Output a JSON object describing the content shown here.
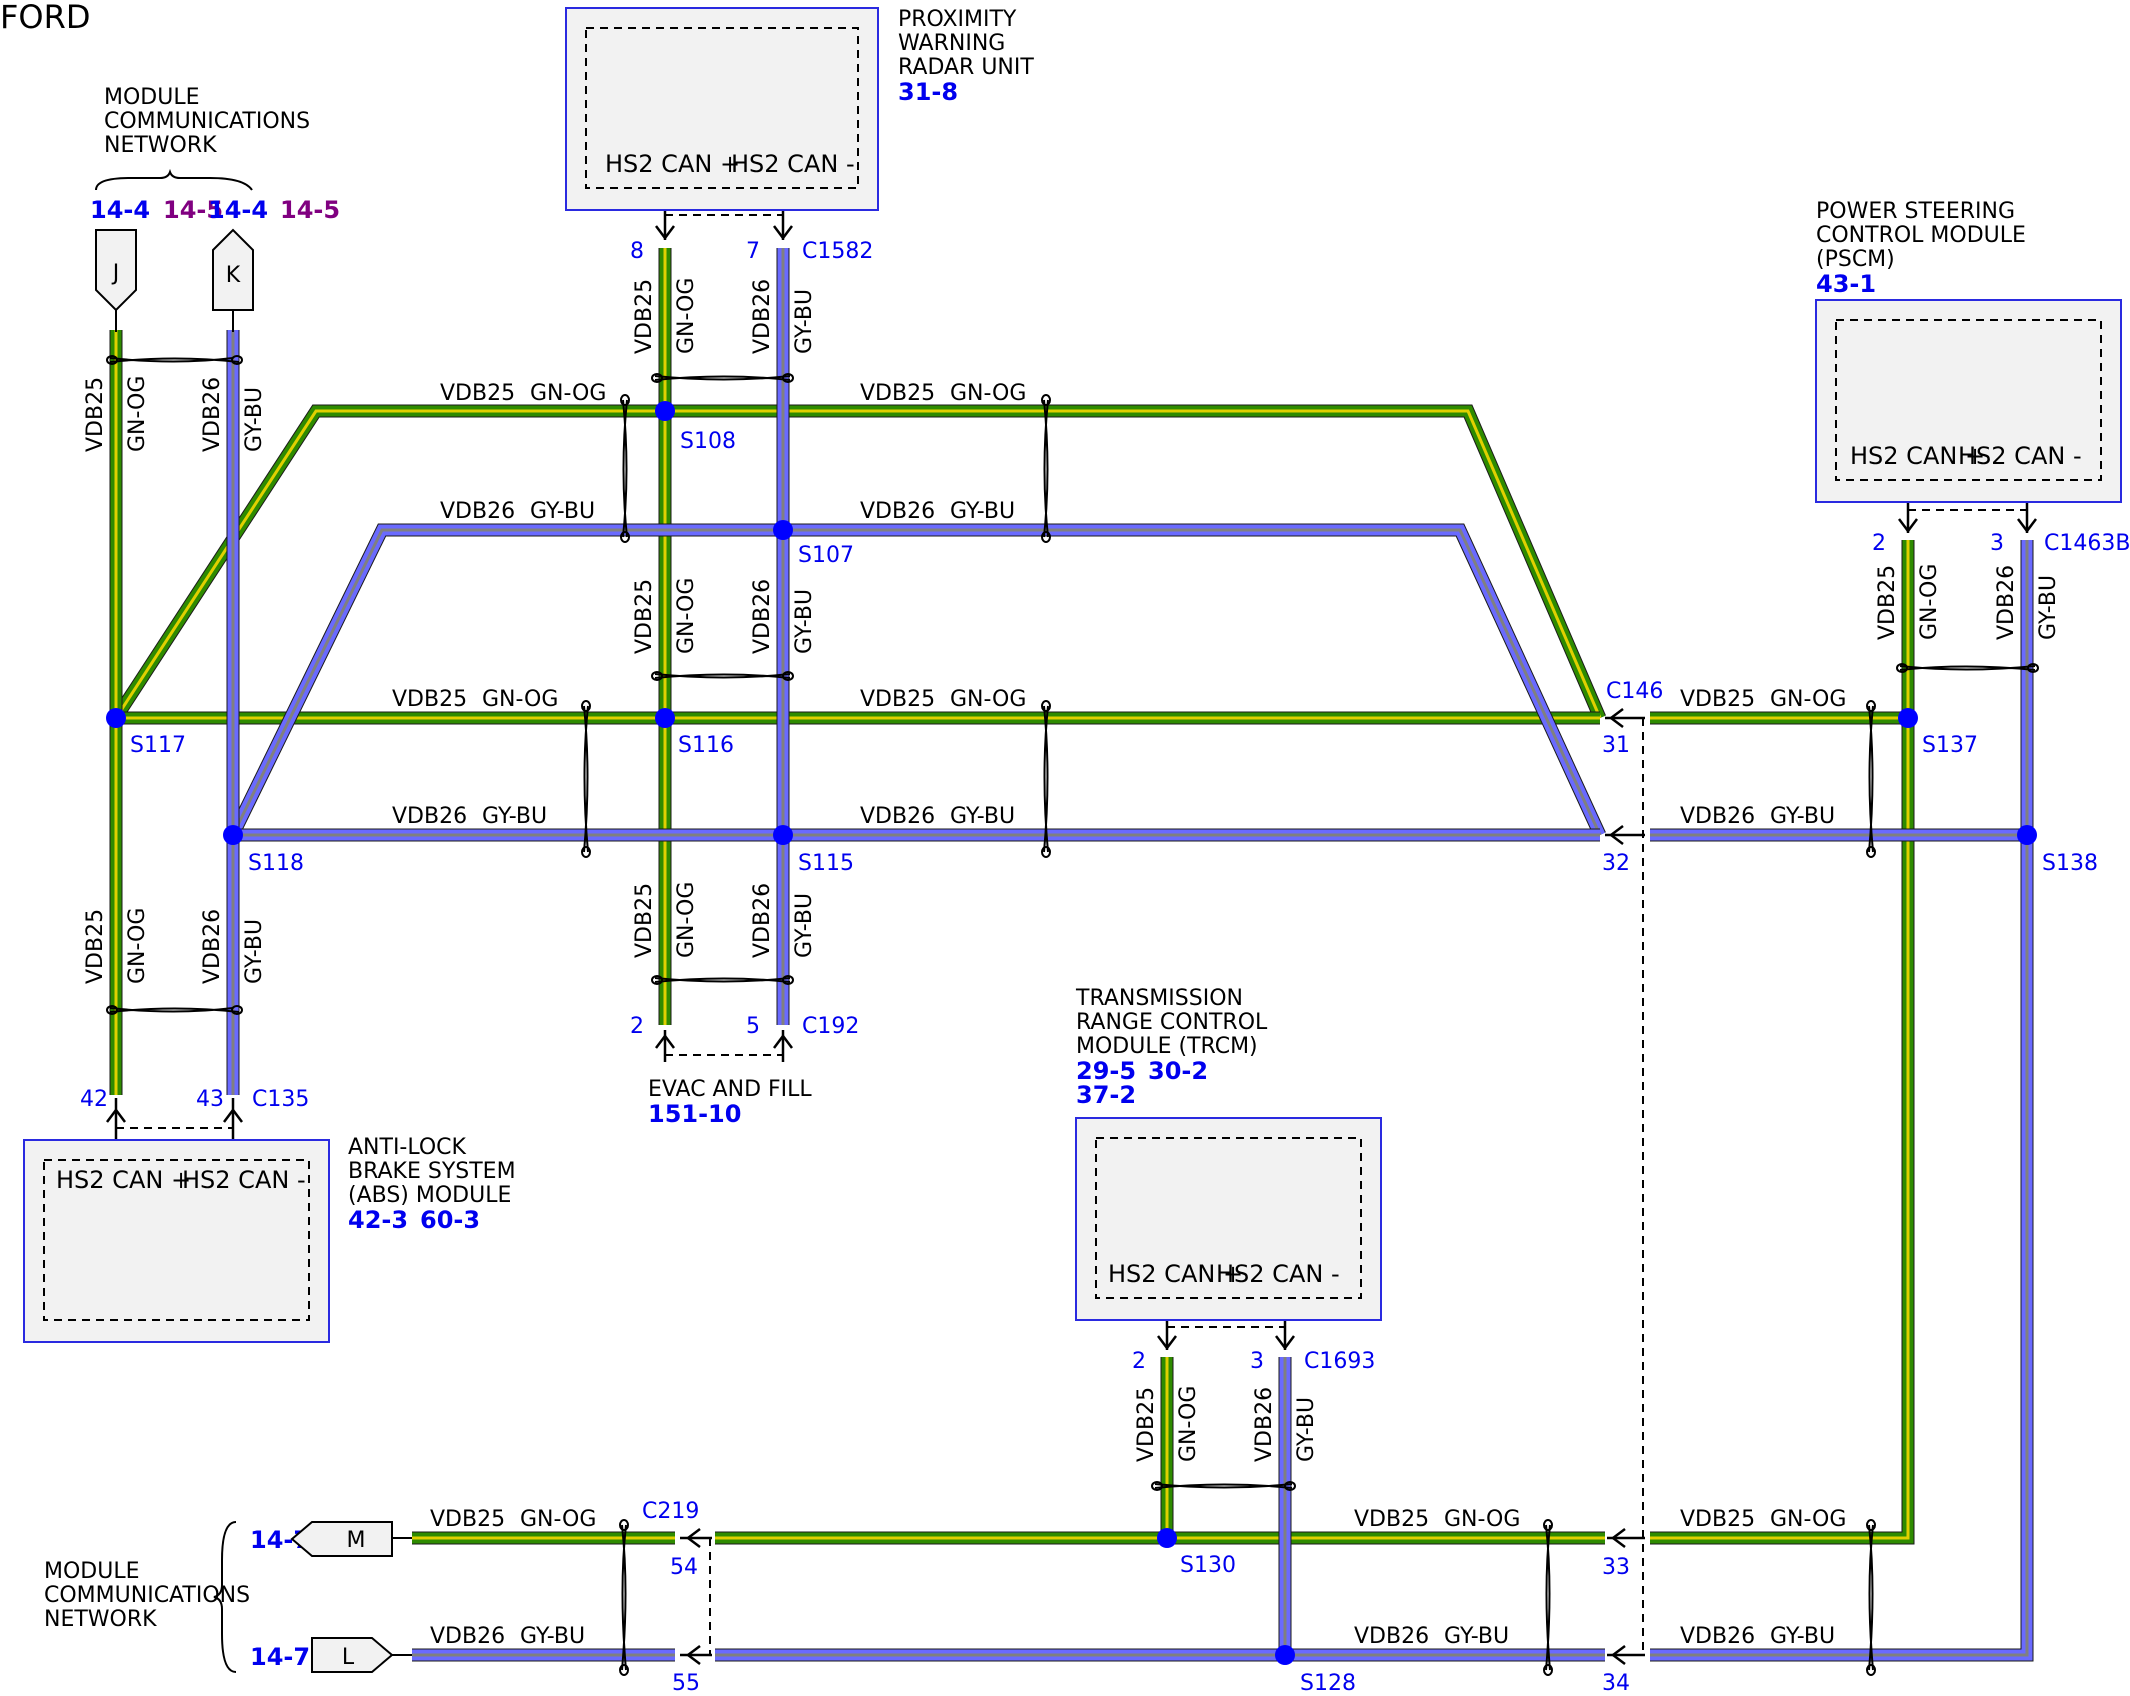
{
  "brand": "FORD",
  "wires": {
    "w25": "VDB25",
    "w26": "VDB26",
    "c25": "GN-OG",
    "c26": "GY-BU"
  },
  "colors": {
    "green": "#2e8b00",
    "yellow": "#e0d000",
    "gray": "#808080",
    "blue": "#6a6aff",
    "splice": "#0000ff",
    "box": "#2a2ae0",
    "boxfill": "#f2f2f2",
    "text_blue": "#0000ee",
    "text_purple": "#800080"
  },
  "module_text": {
    "can_hi": "HS2 CAN +",
    "can_lo": "HS2 CAN -"
  },
  "modules": {
    "radar": {
      "name": [
        "PROXIMITY",
        "WARNING",
        "RADAR UNIT"
      ],
      "ref": "31-8"
    },
    "pscm": {
      "name": [
        "POWER STEERING",
        "CONTROL MODULE",
        "(PSCM)"
      ],
      "ref": "43-1"
    },
    "abs": {
      "name": [
        "ANTI-LOCK",
        "BRAKE SYSTEM",
        "(ABS) MODULE"
      ],
      "refs": [
        "42-3",
        "60-3"
      ]
    },
    "trcm": {
      "name": [
        "TRANSMISSION",
        "RANGE CONTROL",
        "MODULE (TRCM)"
      ],
      "refs": [
        "29-5",
        "30-2",
        "37-2"
      ]
    },
    "evac": {
      "name": "EVAC AND FILL",
      "ref": "151-10"
    }
  },
  "network": {
    "top": {
      "name": [
        "MODULE",
        "COMMUNICATIONS",
        "NETWORK"
      ],
      "refs": [
        "14-4",
        "14-5",
        "14-4",
        "14-5"
      ],
      "connectors": [
        "J",
        "K"
      ]
    },
    "bottom": {
      "name": [
        "MODULE",
        "COMMUNICATIONS",
        "NETWORK"
      ],
      "refs": [
        "14-7",
        "14-7"
      ],
      "connectors": [
        "M",
        "L"
      ]
    }
  },
  "splices": [
    "S108",
    "S107",
    "S116",
    "S115",
    "S117",
    "S118",
    "S137",
    "S138",
    "S130",
    "S128"
  ],
  "connectors": {
    "c1582": {
      "name": "C1582",
      "pins": [
        "8",
        "7"
      ]
    },
    "c1463b": {
      "name": "C1463B",
      "pins": [
        "2",
        "3"
      ]
    },
    "c192": {
      "name": "C192",
      "pins": [
        "2",
        "5"
      ]
    },
    "c135": {
      "name": "C135",
      "pins": [
        "42",
        "43"
      ]
    },
    "c1693": {
      "name": "C1693",
      "pins": [
        "2",
        "3"
      ]
    },
    "c146": {
      "name": "C146",
      "pins": [
        "31",
        "32",
        "33",
        "34"
      ]
    },
    "c219": {
      "name": "C219",
      "pins": [
        "54",
        "55"
      ]
    }
  }
}
